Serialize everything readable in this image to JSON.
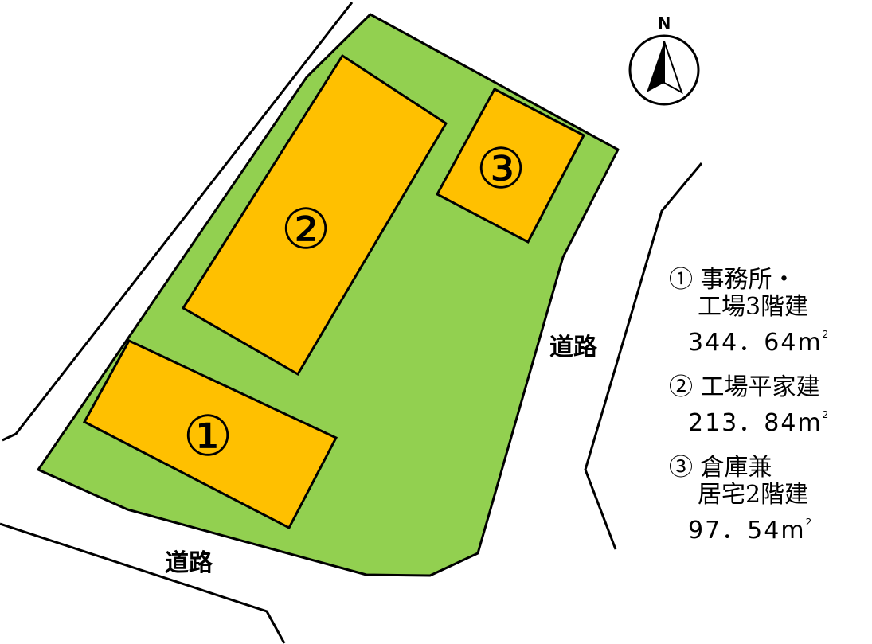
{
  "colors": {
    "site": "#92d050",
    "building": "#ffc000",
    "outline": "#000000",
    "background": "#ffffff"
  },
  "north": {
    "label": "N",
    "icon": "north-arrow-icon"
  },
  "roads": {
    "west_label": "道路",
    "east_label": "道路"
  },
  "buildings": [
    {
      "number": "①",
      "name_line1": "事務所・",
      "name_line2": "工場3階建",
      "area": "344．64",
      "unit": "m",
      "unit_sup": "2"
    },
    {
      "number": "②",
      "name_line1": "工場平家建",
      "name_line2": "",
      "area": "213．84",
      "unit": "m",
      "unit_sup": "2"
    },
    {
      "number": "③",
      "name_line1": "倉庫兼",
      "name_line2": "居宅2階建",
      "area": "97．54",
      "unit": "m",
      "unit_sup": "2"
    }
  ]
}
